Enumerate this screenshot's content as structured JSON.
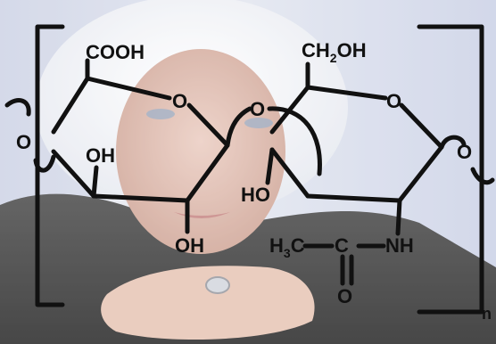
{
  "image": {
    "description_kind": "photo-with-chemical-structure-overlay",
    "background": {
      "subject_icon": "elderly-woman-portrait-icon",
      "accent_colors": {
        "sky": "#cfd6ea",
        "hair": "#eef0f2",
        "skin": "#d9b0a0",
        "sweater": "#1f1f1f"
      }
    },
    "labels": {
      "cooh": "COOH",
      "ch2oh_ch": "CH",
      "ch2oh_sub": "2",
      "ch2oh_oh": "OH",
      "ring_o_left": "O",
      "ring_o_right": "O",
      "glyco_o": "O",
      "left_o": "O",
      "right_o": "O",
      "oh_left": "OH",
      "oh_bottom": "OH",
      "ho": "HO",
      "h3c_h": "H",
      "h3c_sub": "3",
      "h3c_c": "C",
      "carbonyl_c": "C",
      "nh": "NH",
      "carbonyl_o": "O",
      "repeat_n": "n"
    }
  }
}
